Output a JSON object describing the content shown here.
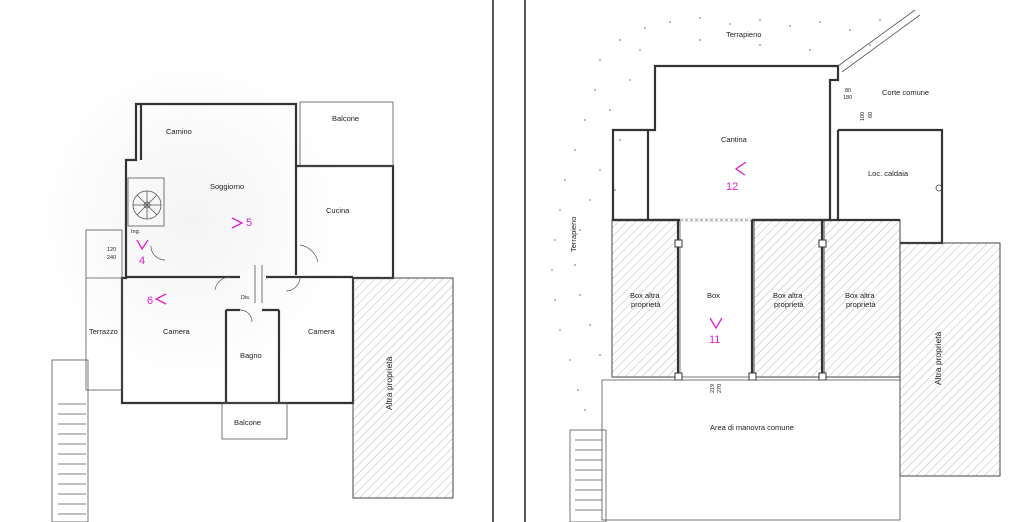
{
  "left_plan": {
    "rooms": {
      "camino": "Camino",
      "soggiorno": "Soggiorno",
      "balcone_top": "Balcone",
      "cucina": "Cucina",
      "ing": "Ing.",
      "dis": "Dis.",
      "camera_left": "Camera",
      "camera_right": "Camera",
      "bagno": "Bagno",
      "balcone_bottom": "Balcone",
      "terrazzo": "Terrazzo",
      "altra_proprieta": "Altra proprietà"
    },
    "dimensions": {
      "d1": "120",
      "d2": "240"
    },
    "markers": {
      "m4": "4",
      "m5": "5",
      "m6": "6"
    }
  },
  "right_plan": {
    "rooms": {
      "terrapieno_top": "Terrapieno",
      "terrapieno_side": "Terrapieno",
      "corte_comune": "Corte comune",
      "cantina": "Cantina",
      "loc_caldaia": "Loc. caldaia",
      "box_altra_1_line1": "Box altra",
      "box_altra_1_line2": "proprietà",
      "box": "Box",
      "box_altra_2_line1": "Box altra",
      "box_altra_2_line2": "proprietà",
      "box_altra_3_line1": "Box altra",
      "box_altra_3_line2": "proprietà",
      "altra_proprieta": "Altra proprietà",
      "area_manovra": "Area di manovra comune"
    },
    "dimensions": {
      "d80": "80",
      "d180": "180",
      "d100": "100",
      "d60": "60",
      "d219": "219",
      "d270": "270"
    },
    "markers": {
      "m11": "11",
      "m12": "12"
    }
  },
  "colors": {
    "marker": "#e020c8",
    "wall": "#333333"
  }
}
